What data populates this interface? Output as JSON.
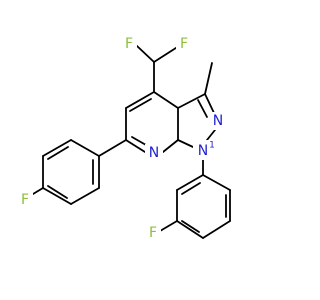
{
  "colors": {
    "background": "#ffffff",
    "bond": "#000000",
    "fluorine": "#8dbf3b",
    "nitrogen": "#1f1fd1"
  },
  "labels": {
    "f_difluoromethyl_left": "F",
    "f_difluoromethyl_right": "F",
    "f_para_phenyl": "F",
    "f_ortho_phenyl": "F",
    "n_pyridine": "N",
    "n_pyrazole_upper": "N",
    "n_pyrazole_lower": "N",
    "locant_n1": "1"
  }
}
